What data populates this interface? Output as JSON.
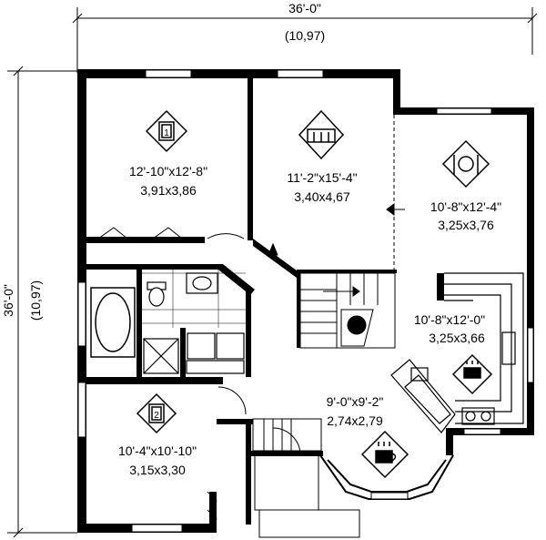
{
  "dimensions": {
    "top_imperial": "36'-0\"",
    "top_metric": "(10,97)",
    "left_imperial": "36'-0\"",
    "left_metric": "(10,97)"
  },
  "rooms": [
    {
      "id": "bedroom-1",
      "icon": "bed-1-icon",
      "icon_label": "1",
      "size_imperial": "12'-10\"x12'-8\"",
      "size_metric": "3,91x3,86"
    },
    {
      "id": "living-room",
      "icon": "sofa-icon",
      "size_imperial": "11'-2\"x15'-4\"",
      "size_metric": "3,40x4,67"
    },
    {
      "id": "dining-room",
      "icon": "plate-fork-knife-icon",
      "size_imperial": "10'-8\"x12'-4\"",
      "size_metric": "3,25x3,76"
    },
    {
      "id": "kitchen",
      "icon": "cooking-pot-icon",
      "size_imperial": "10'-8\"x12'-0\"",
      "size_metric": "3,25x3,66"
    },
    {
      "id": "bedroom-2",
      "icon": "bed-2-icon",
      "icon_label": "2",
      "size_imperial": "10'-4\"x10'-10\"",
      "size_metric": "3,15x3,30"
    },
    {
      "id": "nook",
      "icon": "coffee-cup-icon",
      "size_imperial": "9'-0\"x9'-2\"",
      "size_metric": "2,74x2,79"
    }
  ],
  "colors": {
    "ink": "#000000",
    "paper": "#ffffff"
  }
}
